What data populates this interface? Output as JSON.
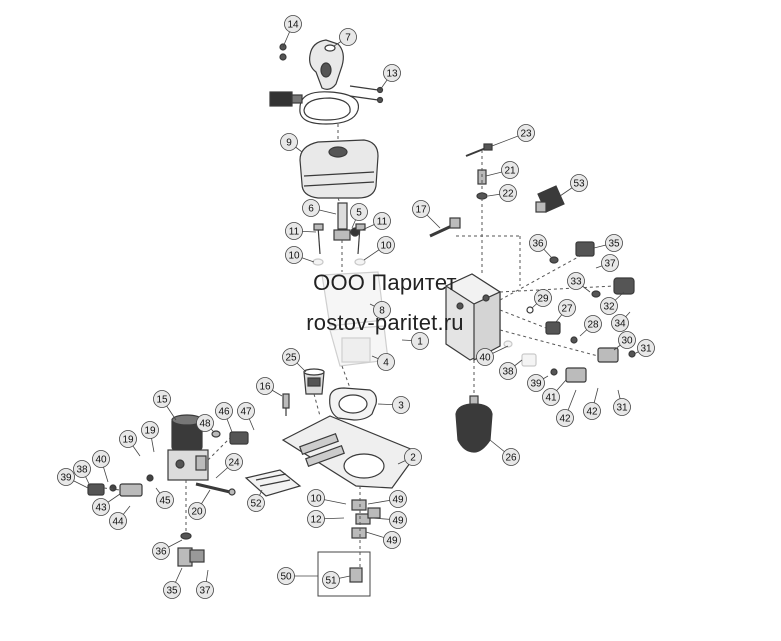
{
  "watermark": {
    "line1": "ООО Паритет",
    "line2": "rostov-paritet.ru"
  },
  "colors": {
    "line": "#3a3a3a",
    "part_fill": "#e9e9e9",
    "part_dark": "#555555",
    "callout_fill": "#e8e8e8",
    "callout_stroke": "#444444",
    "faded": "#c9c9c9"
  },
  "callouts": [
    {
      "label": "14"
    },
    {
      "label": "7"
    },
    {
      "label": "13"
    },
    {
      "label": "9"
    },
    {
      "label": "23"
    },
    {
      "label": "21"
    },
    {
      "label": "22"
    },
    {
      "label": "53"
    },
    {
      "label": "17"
    },
    {
      "label": "6"
    },
    {
      "label": "5"
    },
    {
      "label": "11"
    },
    {
      "label": "11"
    },
    {
      "label": "10"
    },
    {
      "label": "10"
    },
    {
      "label": "36"
    },
    {
      "label": "35"
    },
    {
      "label": "37"
    },
    {
      "label": "33"
    },
    {
      "label": "29"
    },
    {
      "label": "32"
    },
    {
      "label": "27"
    },
    {
      "label": "34"
    },
    {
      "label": "28"
    },
    {
      "label": "30"
    },
    {
      "label": "31"
    },
    {
      "label": "8"
    },
    {
      "label": "1"
    },
    {
      "label": "25"
    },
    {
      "label": "4"
    },
    {
      "label": "40"
    },
    {
      "label": "38"
    },
    {
      "label": "39"
    },
    {
      "label": "41"
    },
    {
      "label": "42"
    },
    {
      "label": "42"
    },
    {
      "label": "31"
    },
    {
      "label": "16"
    },
    {
      "label": "3"
    },
    {
      "label": "15"
    },
    {
      "label": "48"
    },
    {
      "label": "46"
    },
    {
      "label": "47"
    },
    {
      "label": "19"
    },
    {
      "label": "19"
    },
    {
      "label": "26"
    },
    {
      "label": "2"
    },
    {
      "label": "40"
    },
    {
      "label": "24"
    },
    {
      "label": "39"
    },
    {
      "label": "38"
    },
    {
      "label": "43"
    },
    {
      "label": "45"
    },
    {
      "label": "20"
    },
    {
      "label": "52"
    },
    {
      "label": "44"
    },
    {
      "label": "10"
    },
    {
      "label": "49"
    },
    {
      "label": "12"
    },
    {
      "label": "49"
    },
    {
      "label": "49"
    },
    {
      "label": "36"
    },
    {
      "label": "50"
    },
    {
      "label": "51"
    },
    {
      "label": "35"
    },
    {
      "label": "37"
    }
  ]
}
